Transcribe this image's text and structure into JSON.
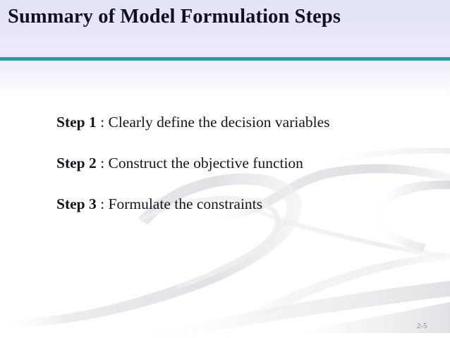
{
  "slide": {
    "title": "Summary of Model Formulation Steps",
    "page_number": "2-5",
    "colors": {
      "header_gradient_top": "#e3e3f6",
      "header_gradient_bottom": "#ebebfa",
      "divider_teal": "#1f9cba",
      "title_text": "#10101e",
      "body_text": "#15151f",
      "page_number_text": "#7b7b83",
      "ribbon_gray": "#e2e2e6",
      "background": "#ffffff"
    },
    "steps": [
      {
        "label": "Step 1",
        "separator": " : ",
        "text": "Clearly define the decision variables"
      },
      {
        "label": "Step 2",
        "separator": " : ",
        "text": "Construct the objective function"
      },
      {
        "label": "Step 3",
        "separator": " : ",
        "text": "Formulate the constraints"
      }
    ],
    "decoration": {
      "name": "ribbon-swoosh-artwork"
    }
  }
}
